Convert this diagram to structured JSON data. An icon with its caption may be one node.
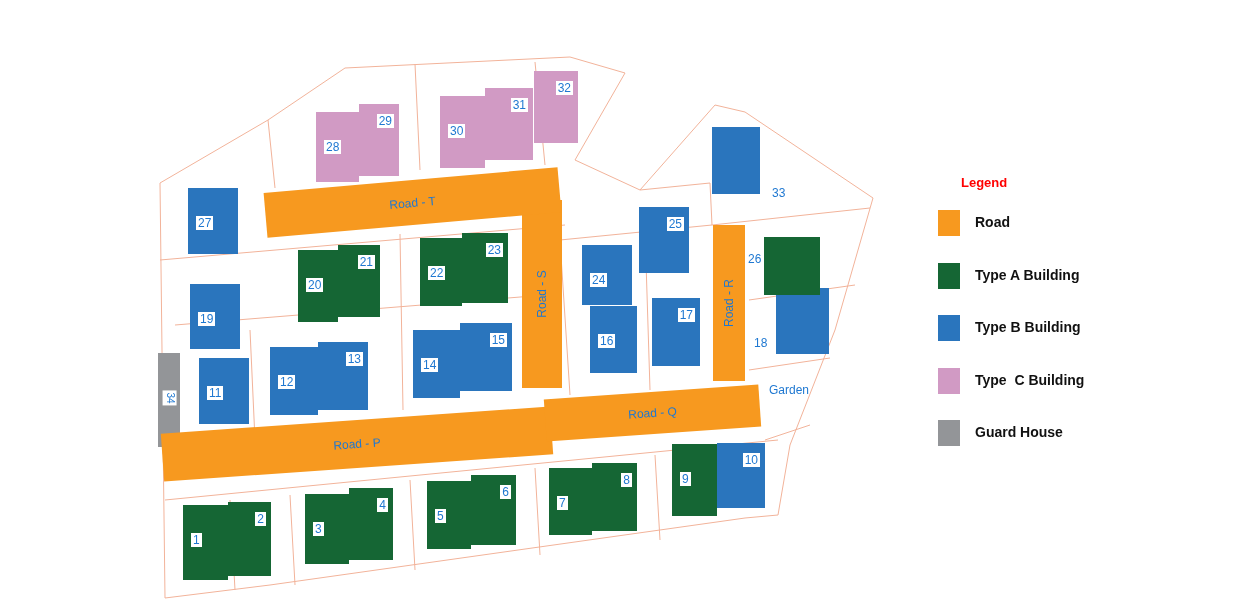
{
  "diagram": {
    "nodes": [
      {
        "text": [
          "1"
        ]
      },
      {
        "text": [
          "2"
        ]
      },
      {
        "text": [
          "3"
        ]
      },
      {
        "text": [
          "4"
        ]
      },
      {
        "text": [
          "5"
        ]
      },
      {
        "text": [
          "6"
        ]
      },
      {
        "text": [
          "7"
        ]
      },
      {
        "text": [
          "8"
        ]
      },
      {
        "text": [
          "9"
        ]
      },
      {
        "text": [
          "10"
        ]
      },
      {
        "text": [
          "11"
        ]
      },
      {
        "text": [
          "12"
        ]
      },
      {
        "text": [
          "13"
        ]
      },
      {
        "text": [
          "14"
        ]
      },
      {
        "text": [
          "15"
        ]
      },
      {
        "text": [
          "16"
        ]
      },
      {
        "text": [
          "17"
        ]
      },
      {
        "text": [],
        "shape": "box",
        "beside": [
          "18"
        ]
      },
      {
        "text": [
          "19"
        ]
      },
      {
        "text": [
          "20"
        ]
      },
      {
        "text": [
          "21"
        ]
      },
      {
        "text": [
          "22"
        ]
      },
      {
        "text": [
          "23"
        ]
      },
      {
        "text": [
          "24"
        ]
      },
      {
        "text": [
          "25"
        ]
      },
      {
        "text": [],
        "shape": "box",
        "beside": [
          "26"
        ]
      },
      {
        "text": [
          "27"
        ]
      },
      {
        "text": [
          "28"
        ]
      },
      {
        "text": [
          "29"
        ]
      },
      {
        "text": [
          "30"
        ]
      },
      {
        "text": [
          "31"
        ]
      },
      {
        "text": [
          "32"
        ]
      },
      {
        "text": [],
        "shape": "box",
        "beside": [
          "33"
        ]
      },
      {
        "text": [
          "34"
        ]
      },
      {
        "text": [
          "Road - P"
        ]
      },
      {
        "text": [
          "Road - Q"
        ]
      },
      {
        "text": [
          "Road - R"
        ]
      },
      {
        "text": [
          "Road - S"
        ]
      },
      {
        "text": [
          "Road - T"
        ]
      }
    ],
    "labels": [
      "Garden",
      "Legend"
    ],
    "legend": [
      {
        "text": "Road",
        "color": "#f7991f"
      },
      {
        "text": "Type A Building",
        "color": "#156634"
      },
      {
        "text": "Type B Building",
        "color": "#2a75bd"
      },
      {
        "text": "Type  C Building",
        "color": "#d19ac4"
      },
      {
        "text": "Guard House",
        "color": "#939598"
      }
    ]
  }
}
